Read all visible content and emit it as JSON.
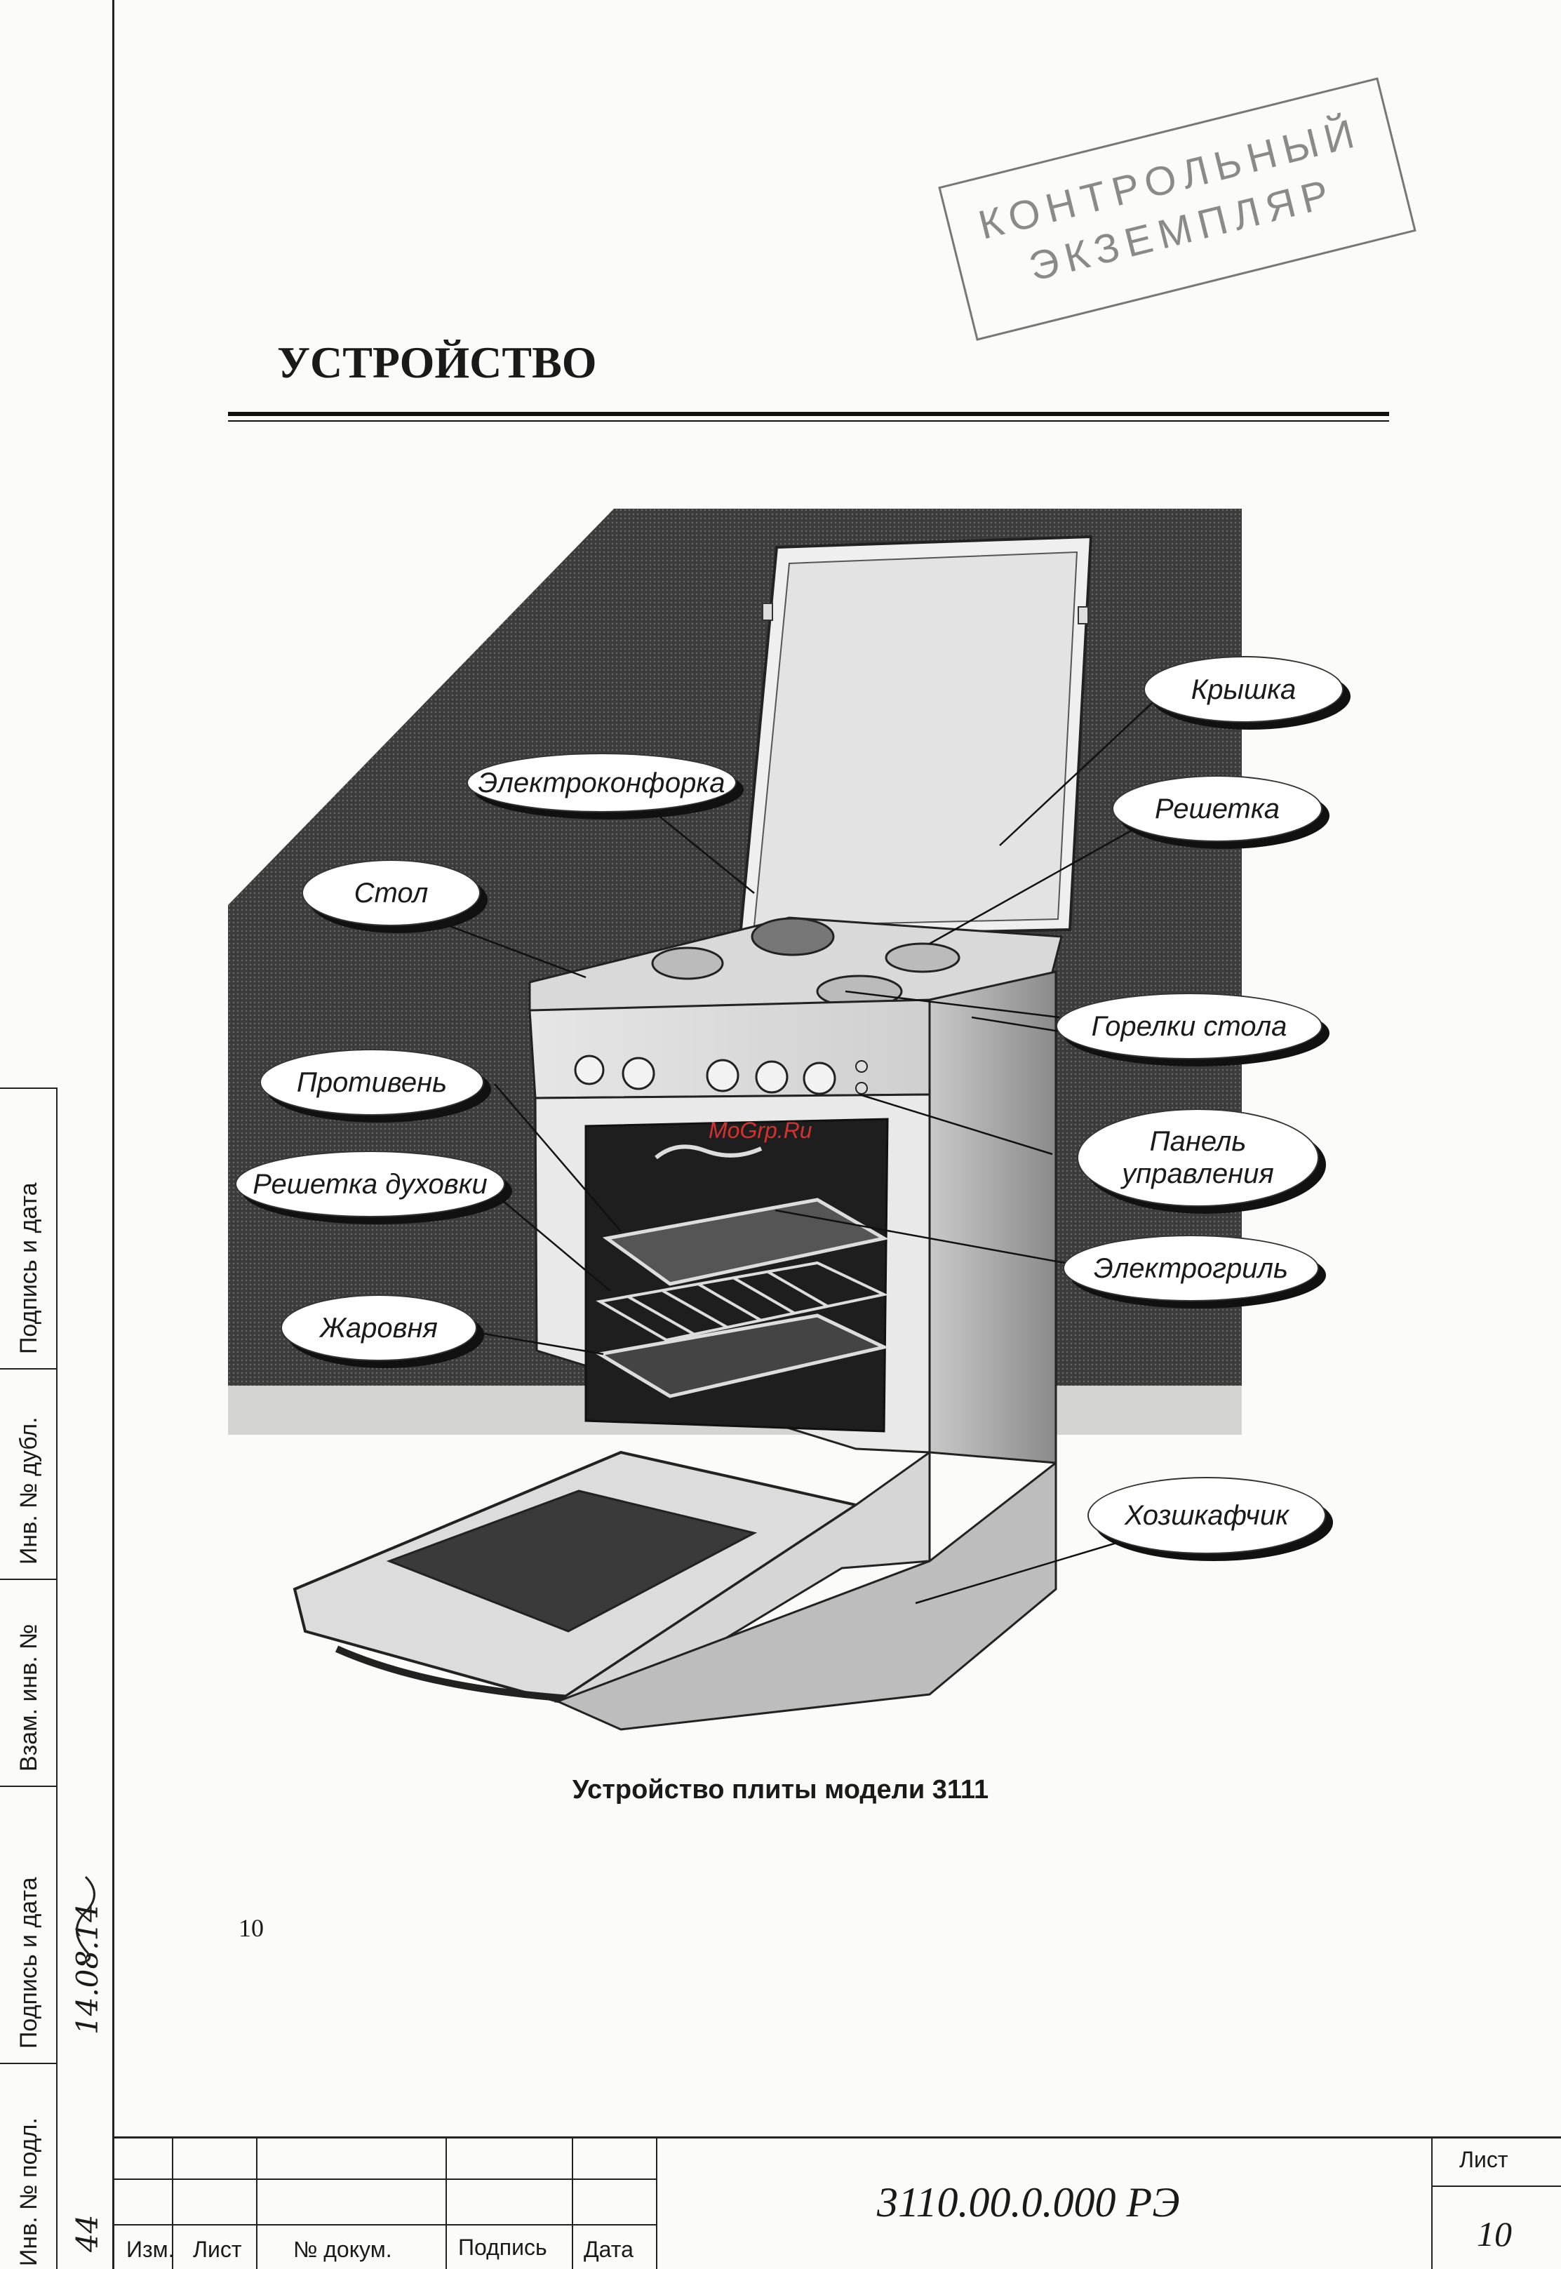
{
  "stamp": {
    "line1": "КОНТРОЛЬНЫЙ",
    "line2": "ЭКЗЕМПЛЯР"
  },
  "heading": "УСТРОЙСТВО",
  "figure": {
    "callouts": {
      "lid": "Крышка",
      "hotplate": "Электроконфорка",
      "grid": "Решетка",
      "table": "Стол",
      "burners": "Горелки стола",
      "tray": "Противень",
      "panel": "Панель управления",
      "oven_rack": "Решетка духовки",
      "grill": "Электрогриль",
      "roaster": "Жаровня",
      "cabinet": "Хозшкафчик"
    },
    "caption": "Устройство плиты модели 3111"
  },
  "watermark": "MoGrp.Ru",
  "page_number": "10",
  "side_strip": {
    "labels": [
      "Подпись и дата",
      "Инв. № дубл.",
      "Взам. инв. №",
      "Подпись и дата",
      "Инв. № подл."
    ],
    "handwriting": {
      "date": "14.08.14",
      "number": "44"
    }
  },
  "title_block": {
    "columns": [
      "Изм.",
      "Лист",
      "№ докум.",
      "Подпись",
      "Дата"
    ],
    "document_number": "3110.00.0.000 РЭ",
    "sheet_label": "Лист",
    "sheet_number": "10"
  }
}
